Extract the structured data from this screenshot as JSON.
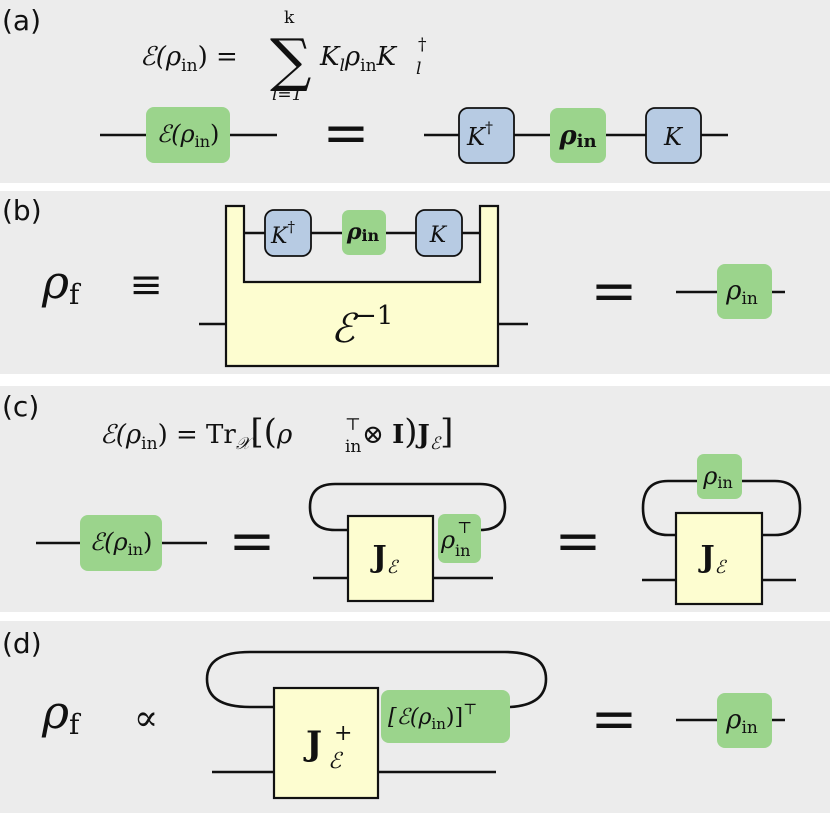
{
  "panels": {
    "a": {
      "label": "(a)",
      "equation": {
        "lhs": "ℰ(ρ",
        "lhs_sub": "in",
        "lhs_close": ") =",
        "sum_symbol": "∑",
        "sum_upper": "k",
        "sum_lower": "l=1",
        "term_K": "K",
        "term_K_sub": "l",
        "term_rho": "ρ",
        "term_rho_sub": "in",
        "term_Kdag": "K",
        "term_Kdag_sup": "†",
        "term_Kdag_sub": "l"
      },
      "node_E": "ℰ(ρ",
      "node_E_sub": "in",
      "node_E_close": ")",
      "equals": "=",
      "node_Kdag": "K",
      "node_Kdag_sup": "†",
      "node_rho": "ρ",
      "node_rho_sub": "in",
      "node_K": "K"
    },
    "b": {
      "label": "(b)",
      "rho_f": "ρ",
      "rho_f_sub": "f",
      "equiv": "≡",
      "node_Kdag": "K",
      "node_Kdag_sup": "†",
      "node_rho": "ρ",
      "node_rho_sub": "in",
      "node_K": "K",
      "einv": "ℰ",
      "einv_sup": "−1",
      "equals": "=",
      "result": "ρ",
      "result_sub": "in"
    },
    "c": {
      "label": "(c)",
      "equation": {
        "lhs": "ℰ(ρ",
        "lhs_sub": "in",
        "lhs_close": ") = Tr",
        "tr_sub": "𝒳",
        "bracket_open": "[(",
        "rho": "ρ",
        "rho_sup": "⊤",
        "rho_sub": "in",
        "otimes": " ⊗ ",
        "identity": "I",
        "paren_close": ")",
        "J": "J",
        "J_sub": "ℰ",
        "bracket_close": "]"
      },
      "node_E": "ℰ(ρ",
      "node_E_sub": "in",
      "node_E_close": ")",
      "equals1": "=",
      "J": "J",
      "J_sub": "ℰ",
      "rhoT": "ρ",
      "rhoT_sup": "⊤",
      "rhoT_sub": "in",
      "equals2": "=",
      "J2": "J",
      "J2_sub": "ℰ",
      "rho_top": "ρ",
      "rho_top_sub": "in"
    },
    "d": {
      "label": "(d)",
      "rho_f": "ρ",
      "rho_f_sub": "f",
      "propto": "∝",
      "J": "J",
      "J_sup": "+",
      "J_sub": "ℰ",
      "ET_open": "[ℰ(ρ",
      "ET_sub": "in",
      "ET_close": ")]",
      "ET_sup": "⊤",
      "equals": "=",
      "result": "ρ",
      "result_sub": "in"
    }
  },
  "colors": {
    "panel_bg": "#ececec",
    "green_node": "#9bd48c",
    "blue_node": "#b7cbe3",
    "yellow_box": "#fdfdd0"
  }
}
